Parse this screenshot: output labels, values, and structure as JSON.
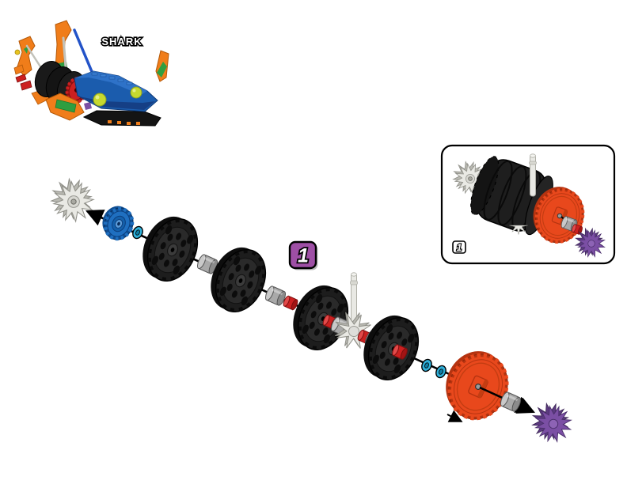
{
  "page": {
    "model_name": "SHARK",
    "step_number": "1",
    "inset_step_label": "1"
  },
  "assembly_sequence": [
    "white-crown-gear",
    "blue-gear",
    "blue-spacer-ring",
    "black-wheel",
    "gray-spacer",
    "black-wheel",
    "gray-spacer",
    "red-connector",
    "black-wheel",
    "gray-spacer",
    "white-8-way-hub-with-rod",
    "red-connector",
    "gray-spacer",
    "black-wheel",
    "blue-spacer-ring",
    "blue-spacer-ring",
    "orange-gear",
    "gray-spacer",
    "purple-crown-gear"
  ],
  "colors": {
    "badge_purple": "#9e4fa5",
    "part_orange": "#e8481c",
    "part_orange_dark": "#b53310",
    "part_blue": "#1f6fc0",
    "part_blue_dark": "#0f4e93",
    "part_cyan": "#2fb0da",
    "part_cyan_dark": "#0e7fa6",
    "part_red": "#cc2020",
    "part_red_dark": "#7d0f0f",
    "part_gray": "#a9a9a9",
    "part_white": "#e9e9e4",
    "part_white_dark": "#b9b9b2",
    "part_white_edge": "#8f8f88",
    "part_purple": "#7b4fa4",
    "part_purple_dark": "#5c3a80",
    "part_black": "#1d1d1d",
    "model_blue": "#1b5cad",
    "model_green": "#2f9e40",
    "model_orange": "#f07d1a",
    "model_yellow": "#c6d92f"
  }
}
